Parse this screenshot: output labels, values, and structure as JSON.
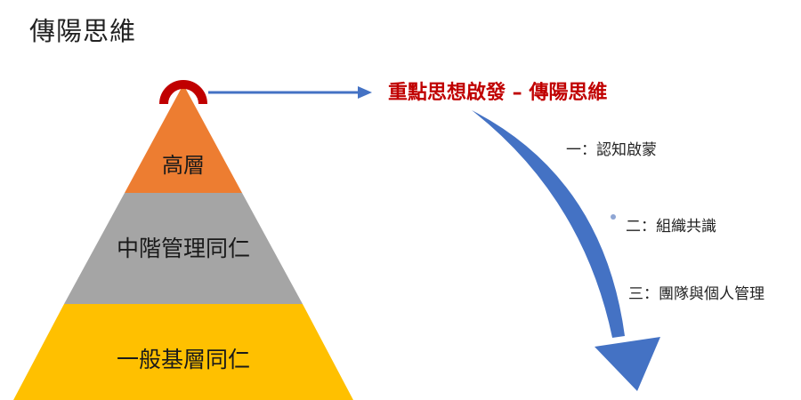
{
  "title": "傳陽思維",
  "headline": "重點思想啟發 – 傳陽思維",
  "pyramid": {
    "tiers": [
      {
        "label": "高層",
        "color": "#ed7d31"
      },
      {
        "label": "中階管理同仁",
        "color": "#a5a5a5"
      },
      {
        "label": "一般基層同仁",
        "color": "#ffc000"
      }
    ]
  },
  "steps": [
    "一：認知啟蒙",
    "二：組織共識",
    "三：團隊與個人管理"
  ],
  "colors": {
    "headline": "#c00000",
    "ring": "#c00000",
    "connector_arrow": "#4472c4",
    "flow_arrow": "#4472c4"
  },
  "icons": {
    "apex": "ring-icon",
    "connector": "right-arrow-icon",
    "flow": "curved-down-arrow-icon"
  }
}
